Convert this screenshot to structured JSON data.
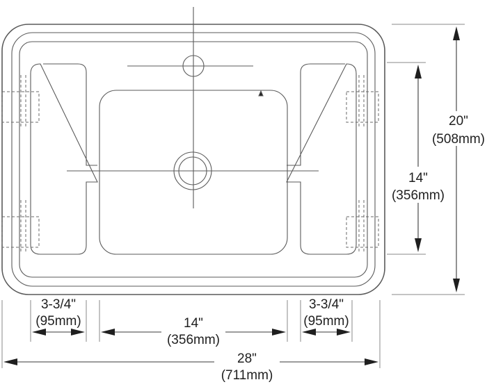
{
  "dimensions": {
    "overall_width": {
      "imperial": "28\"",
      "metric": "(711mm)"
    },
    "overall_depth": {
      "imperial": "20\"",
      "metric": "(508mm)"
    },
    "bowl_width": {
      "imperial": "14\"",
      "metric": "(356mm)"
    },
    "bowl_depth": {
      "imperial": "14\"",
      "metric": "(356mm)"
    },
    "left_ledge": {
      "imperial": "3-3/4\"",
      "metric": "(95mm)"
    },
    "right_ledge": {
      "imperial": "3-3/4\"",
      "metric": "(95mm)"
    }
  }
}
